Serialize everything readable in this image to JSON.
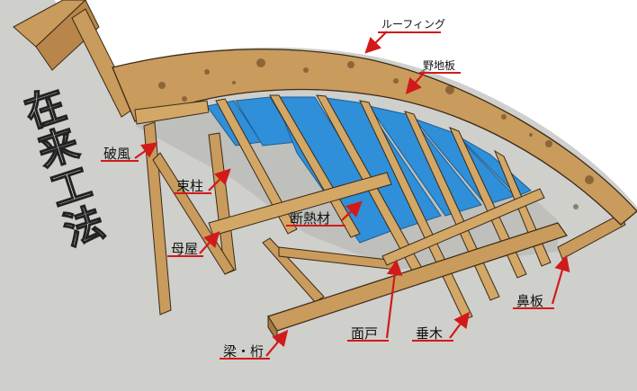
{
  "title": "在来工法",
  "labels": {
    "roofing": "ルーフィング",
    "sheathing": "野地板",
    "barge": "破風",
    "strut": "束柱",
    "purlin": "母屋",
    "insulation": "断熱材",
    "beam": "梁・桁",
    "face_board": "面戸",
    "rafter": "垂木",
    "fascia": "鼻板"
  },
  "colors": {
    "background": "#cfcfcb",
    "wood": "#c99b5c",
    "insulation": "#2f8fd8",
    "arrow": "#d21a1a"
  }
}
